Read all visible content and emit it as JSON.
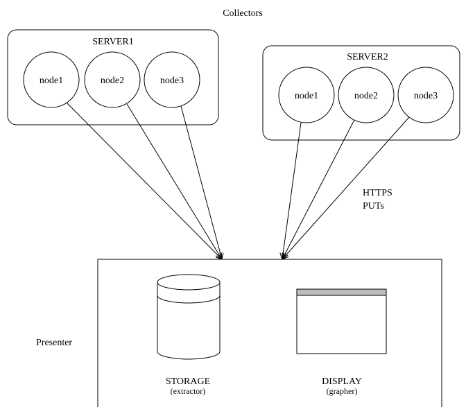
{
  "title": "Collectors",
  "servers": [
    {
      "name": "SERVER1",
      "nodes": [
        "node1",
        "node2",
        "node3"
      ]
    },
    {
      "name": "SERVER2",
      "nodes": [
        "node1",
        "node2",
        "node3"
      ]
    }
  ],
  "arrow_label": [
    "HTTPS",
    "PUTs"
  ],
  "presenter": {
    "label": "Presenter",
    "storage": {
      "label": "STORAGE",
      "sublabel": "(extractor)"
    },
    "display": {
      "label": "DISPLAY",
      "sublabel": "(grapher)",
      "titlebar_color": "#bdbdbd"
    }
  }
}
